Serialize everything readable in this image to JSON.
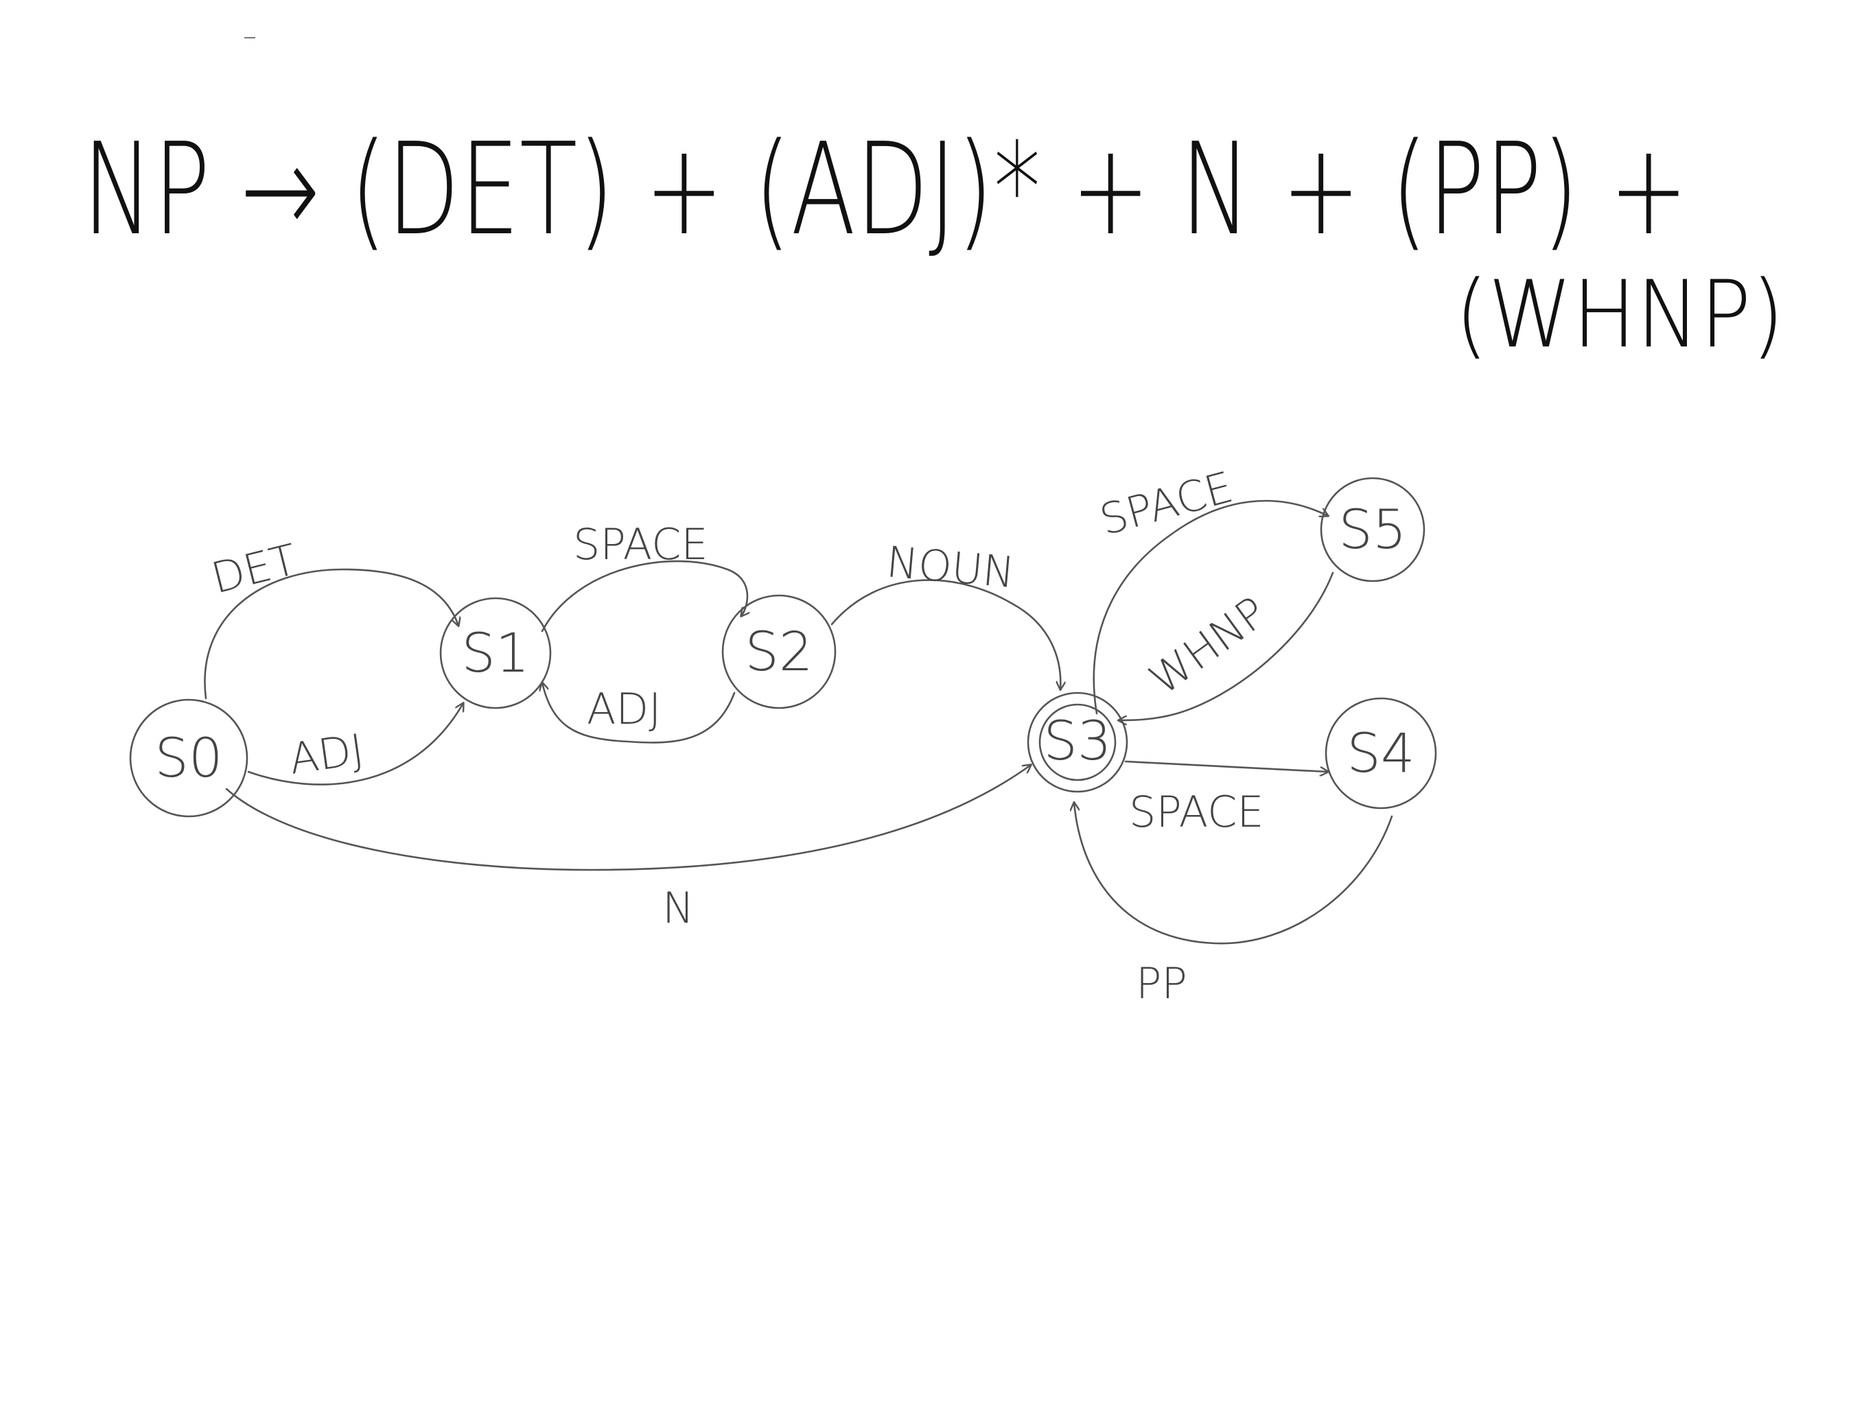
{
  "rule": {
    "line1": "NP → (DET) + (ADJ)* + N + (PP) +",
    "line2": "(WHNP)"
  },
  "states": [
    {
      "id": "s0",
      "label": "S0",
      "accepting": false
    },
    {
      "id": "s1",
      "label": "S1",
      "accepting": false
    },
    {
      "id": "s2",
      "label": "S2",
      "accepting": false
    },
    {
      "id": "s3",
      "label": "S3",
      "accepting": true
    },
    {
      "id": "s4",
      "label": "S4",
      "accepting": false
    },
    {
      "id": "s5",
      "label": "S5",
      "accepting": false
    }
  ],
  "transitions": [
    {
      "id": "det",
      "from": "S0",
      "to": "S1",
      "label": "DET"
    },
    {
      "id": "adj01",
      "from": "S0",
      "to": "S1",
      "label": "ADJ"
    },
    {
      "id": "space12",
      "from": "S1",
      "to": "S2",
      "label": "SPACE"
    },
    {
      "id": "adj21",
      "from": "S2",
      "to": "S1",
      "label": "ADJ"
    },
    {
      "id": "noun",
      "from": "S2",
      "to": "S3",
      "label": "NOUN"
    },
    {
      "id": "n03",
      "from": "S0",
      "to": "S3",
      "label": "N"
    },
    {
      "id": "space35",
      "from": "S3",
      "to": "S5",
      "label": "SPACE"
    },
    {
      "id": "whnp",
      "from": "S5",
      "to": "S3",
      "label": "WHNP"
    },
    {
      "id": "space34",
      "from": "S3",
      "to": "S4",
      "label": "SPACE"
    },
    {
      "id": "pp",
      "from": "S4",
      "to": "S3",
      "label": "PP"
    }
  ]
}
